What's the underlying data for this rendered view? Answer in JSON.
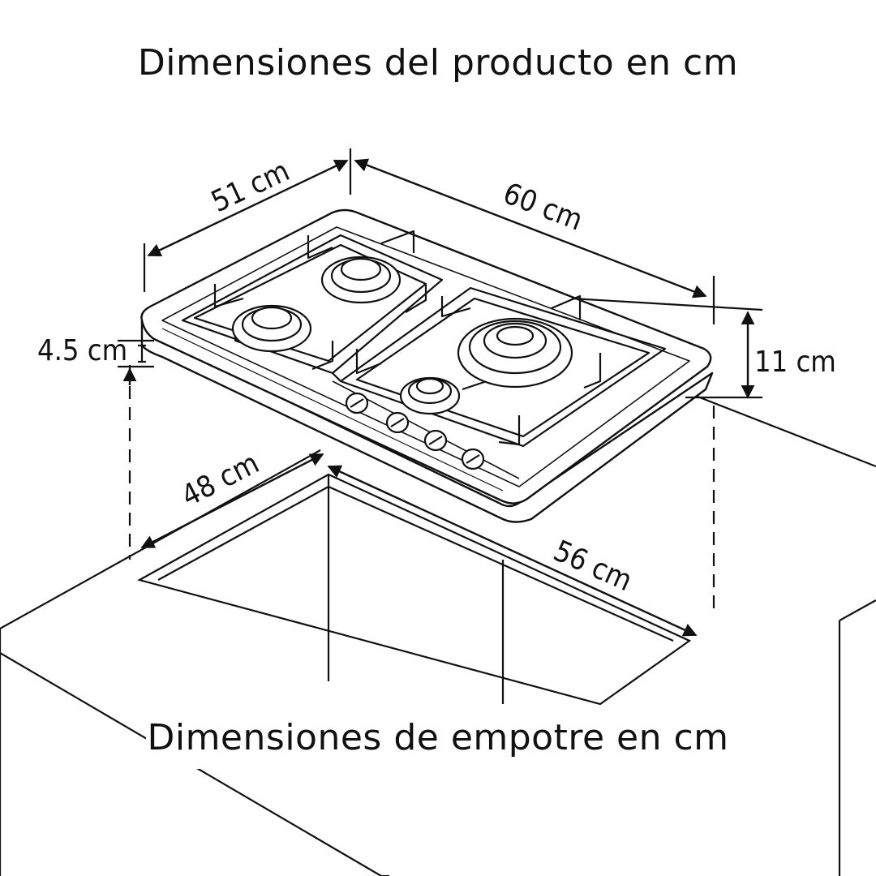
{
  "titles": {
    "product": "Dimensiones del producto en cm",
    "installation": "Dimensiones de empotre en cm"
  },
  "dimensions": {
    "product_depth": "51 cm",
    "product_width": "60 cm",
    "product_height": "11 cm",
    "plate_thickness": "4.5 cm",
    "cutout_depth": "48 cm",
    "cutout_width": "56 cm"
  },
  "colors": {
    "line": "#111111",
    "background": "#ffffff"
  }
}
